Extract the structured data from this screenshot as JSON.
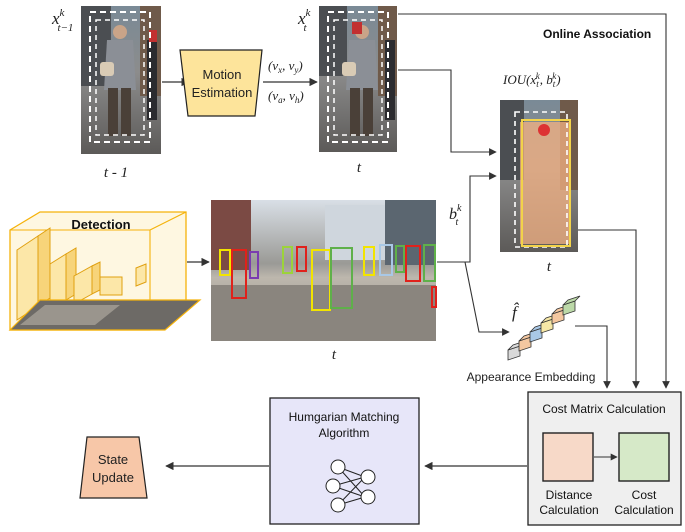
{
  "labels": {
    "frame_prev_state": "x",
    "frame_prev_state_sup": "k",
    "frame_prev_state_sub": "t−1",
    "frame_prev_caption": "t - 1",
    "frame_curr_state": "x",
    "frame_curr_state_sup": "k",
    "frame_curr_state_sub": "t",
    "frame_curr_caption": "t",
    "motion_estimation": [
      "Motion",
      "Estimation"
    ],
    "velocity_xy": "(v",
    "velocity_xy_full": "(vx, vy)",
    "velocity_ah_full": "(va, vh)",
    "online_association": "Online Association",
    "iou_label": "IOU(x",
    "iou_full": "IOU(xtk, btk)",
    "iou_caption": "t",
    "detection": "Detection",
    "detection_frame_caption": "t",
    "bbox_label": "b",
    "bbox_sup": "k",
    "bbox_sub": "t",
    "feature_label": "f̂",
    "appearance_embedding": "Appearance Embedding",
    "cost_matrix_title": "Cost Matrix Calculation",
    "distance_calculation": [
      "Distance",
      "Calculation"
    ],
    "cost_calculation": [
      "Cost",
      "Calculation"
    ],
    "hungarian_title": [
      "Humgarian Matching",
      "Algorithm"
    ],
    "state_update": [
      "State",
      "Update"
    ]
  },
  "colors": {
    "motion_fill": "#fde49b",
    "state_fill": "#f7c7a8",
    "hungarian_fill": "#e7e6f9",
    "cost_panel_fill": "#efefef",
    "distance_fill": "#f7d9c8",
    "cost_fill": "#d6e9c8",
    "detection_outline": "#f5b20a",
    "embedding_colors": [
      "#d9d9d9",
      "#f4c7a0",
      "#a9c8e6",
      "#f6e7a6",
      "#f4c7a0",
      "#bcd9a8"
    ]
  }
}
